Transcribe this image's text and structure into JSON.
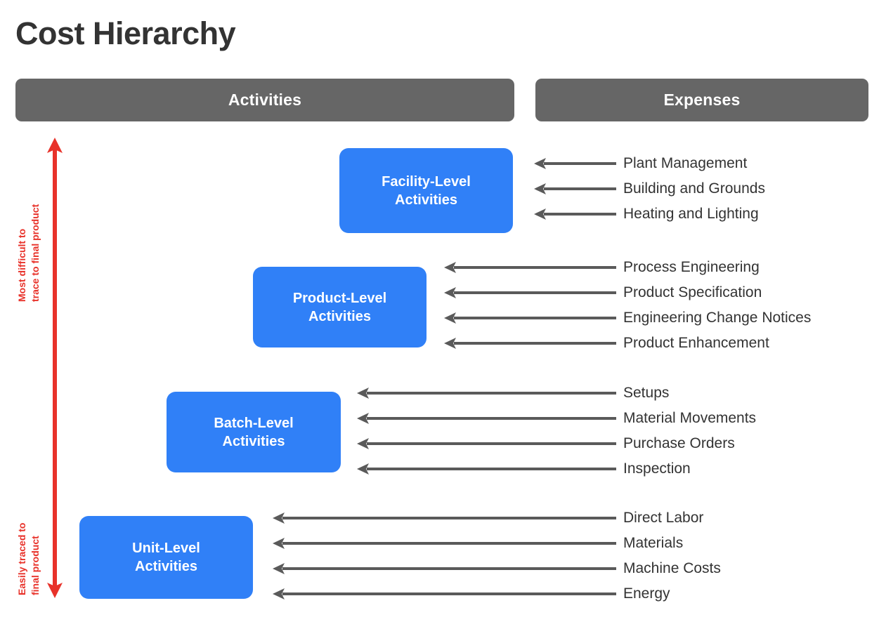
{
  "title": "Cost Hierarchy",
  "colors": {
    "accent_blue": "#3080F7",
    "header_gray": "#666666",
    "arrow_gray": "#5A5A5A",
    "axis_red": "#E8322A",
    "text_dark": "#333333"
  },
  "headers": {
    "activities": "Activities",
    "expenses": "Expenses"
  },
  "axis": {
    "top_label_line1": "Most difficult to",
    "top_label_line2": "trace to final product",
    "bottom_label_line1": "Easily traced to",
    "bottom_label_line2": "final product"
  },
  "levels": [
    {
      "id": "facility",
      "activity_line1": "Facility-Level",
      "activity_line2": "Activities",
      "expenses": [
        "Plant Management",
        "Building and Grounds",
        "Heating and Lighting"
      ]
    },
    {
      "id": "product",
      "activity_line1": "Product-Level",
      "activity_line2": "Activities",
      "expenses": [
        "Process Engineering",
        "Product Specification",
        "Engineering Change Notices",
        "Product Enhancement"
      ]
    },
    {
      "id": "batch",
      "activity_line1": "Batch-Level",
      "activity_line2": "Activities",
      "expenses": [
        "Setups",
        "Material Movements",
        "Purchase Orders",
        "Inspection"
      ]
    },
    {
      "id": "unit",
      "activity_line1": "Unit-Level",
      "activity_line2": "Activities",
      "expenses": [
        "Direct Labor",
        "Materials",
        "Machine Costs",
        "Energy"
      ]
    }
  ]
}
